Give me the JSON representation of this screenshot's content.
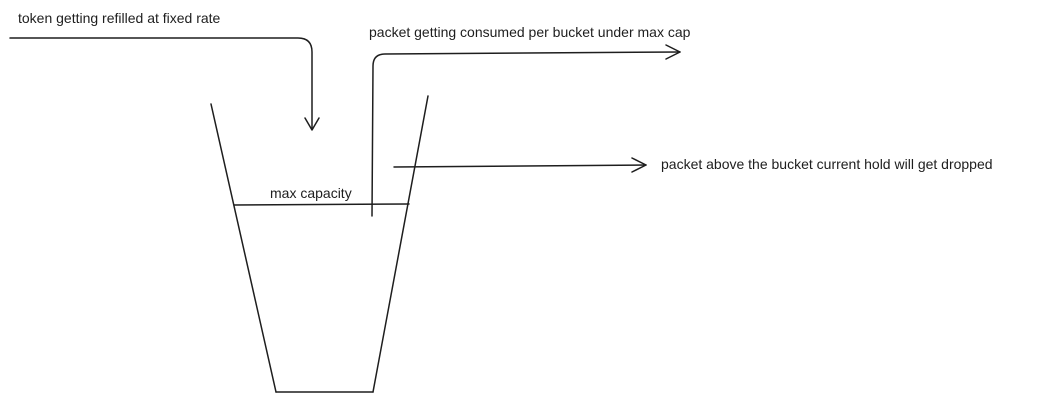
{
  "labels": {
    "refill": "token getting refilled at fixed rate",
    "consumed": "packet getting consumed per bucket under max cap",
    "dropped": "packet above the bucket current hold will get dropped",
    "capacity": "max capacity"
  },
  "colors": {
    "stroke": "#1e1e1e",
    "background": "#ffffff"
  }
}
